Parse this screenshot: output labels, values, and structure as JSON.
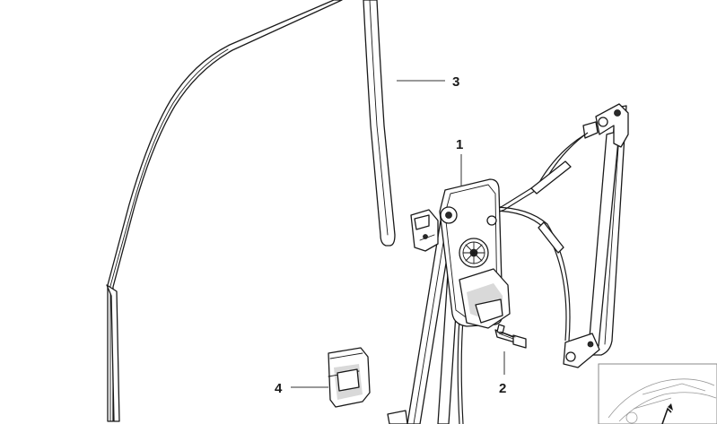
{
  "callouts": [
    {
      "id": "1",
      "label": "1"
    },
    {
      "id": "2",
      "label": "2"
    },
    {
      "id": "3",
      "label": "3"
    },
    {
      "id": "4",
      "label": "4"
    }
  ],
  "colors": {
    "line": "#1a1a1a",
    "background": "#ffffff",
    "thumbnail": "#999999"
  }
}
